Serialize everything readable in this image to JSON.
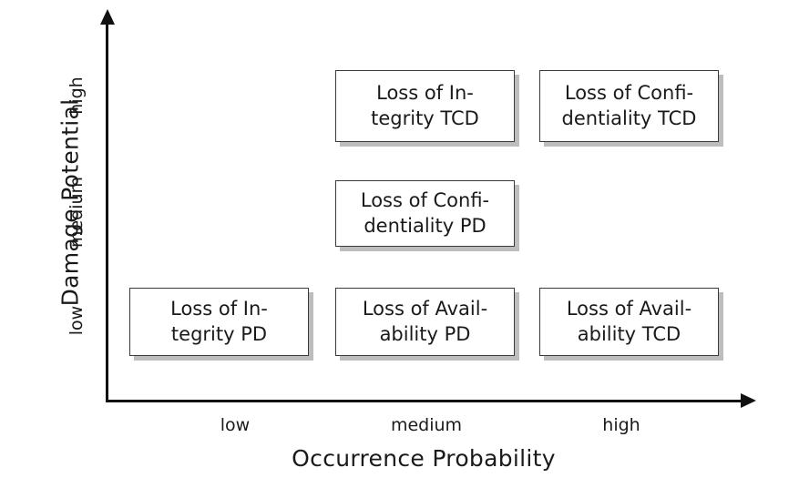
{
  "figure": {
    "type": "risk-matrix",
    "background_color": "#ffffff",
    "box_border_color": "#3a3a3a",
    "box_shadow_color": "#bdbdbd",
    "text_color": "#1a1a1a"
  },
  "axes": {
    "y": {
      "title": "Damage Potential",
      "ticks": [
        "high",
        "medium",
        "low"
      ],
      "tick_high": "high",
      "tick_medium": "medium",
      "tick_low": "low"
    },
    "x": {
      "title": "Occurrence Probability",
      "ticks": [
        "low",
        "medium",
        "high"
      ],
      "tick_low": "low",
      "tick_medium": "medium",
      "tick_high": "high"
    }
  },
  "chart_data": {
    "type": "table",
    "title": "",
    "xlabel": "Occurrence Probability",
    "ylabel": "Damage Potential",
    "x_categories": [
      "low",
      "medium",
      "high"
    ],
    "y_categories": [
      "low",
      "medium",
      "high"
    ],
    "grid": false,
    "legend": false,
    "cells": [
      {
        "x": "medium",
        "y": "high",
        "label": "Loss of In-\ntegrity TCD",
        "text": "Loss of Integrity TCD"
      },
      {
        "x": "high",
        "y": "high",
        "label": "Loss of Confi-\ndentiality TCD",
        "text": "Loss of Confidentiality TCD"
      },
      {
        "x": "medium",
        "y": "medium",
        "label": "Loss of Confi-\ndentiality PD",
        "text": "Loss of Confidentiality PD"
      },
      {
        "x": "low",
        "y": "low",
        "label": "Loss of In-\ntegrity PD",
        "text": "Loss of Integrity PD"
      },
      {
        "x": "medium",
        "y": "low",
        "label": "Loss of Avail-\nability PD",
        "text": "Loss of Availability PD"
      },
      {
        "x": "high",
        "y": "low",
        "label": "Loss of Avail-\nability TCD",
        "text": "Loss of Availability TCD"
      }
    ],
    "empty_cells": [
      {
        "x": "low",
        "y": "high"
      },
      {
        "x": "low",
        "y": "medium"
      },
      {
        "x": "high",
        "y": "medium"
      }
    ]
  }
}
